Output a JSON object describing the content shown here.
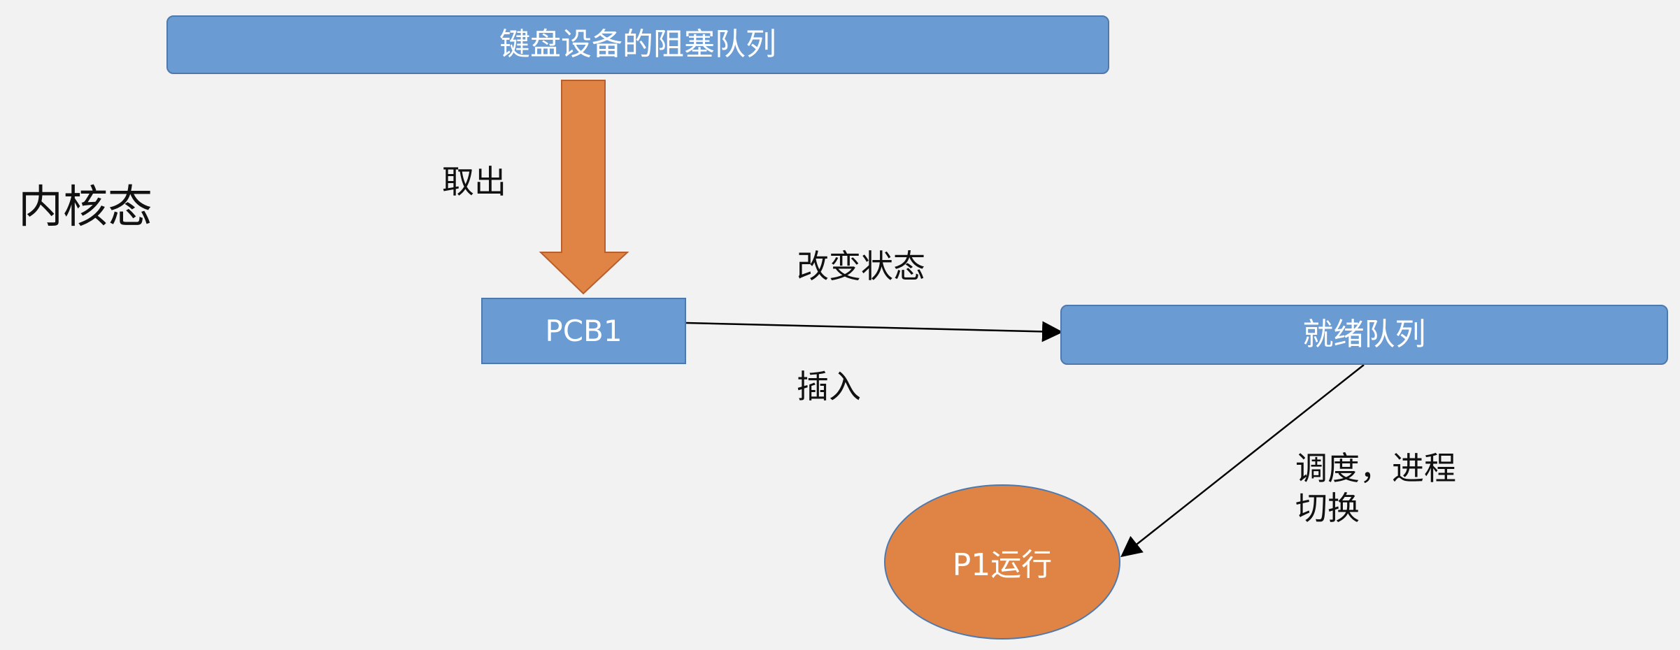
{
  "diagram": {
    "mode_label": "内核态",
    "blocked_queue": {
      "label": "键盘设备的阻塞队列"
    },
    "take_out_label": "取出",
    "pcb": {
      "label": "PCB1"
    },
    "state_change_label": "改变状态",
    "insert_label": "插入",
    "ready_queue": {
      "label": "就绪队列"
    },
    "schedule_label": "调度，进程\n切换",
    "running_process": {
      "label": "P1运行"
    }
  },
  "colors": {
    "background": "#f2f2f2",
    "box_fill": "#6a9bd3",
    "box_stroke": "#4f79ad",
    "accent_fill": "#df8445",
    "accent_stroke": "#b75f2f",
    "line": "#000000"
  }
}
